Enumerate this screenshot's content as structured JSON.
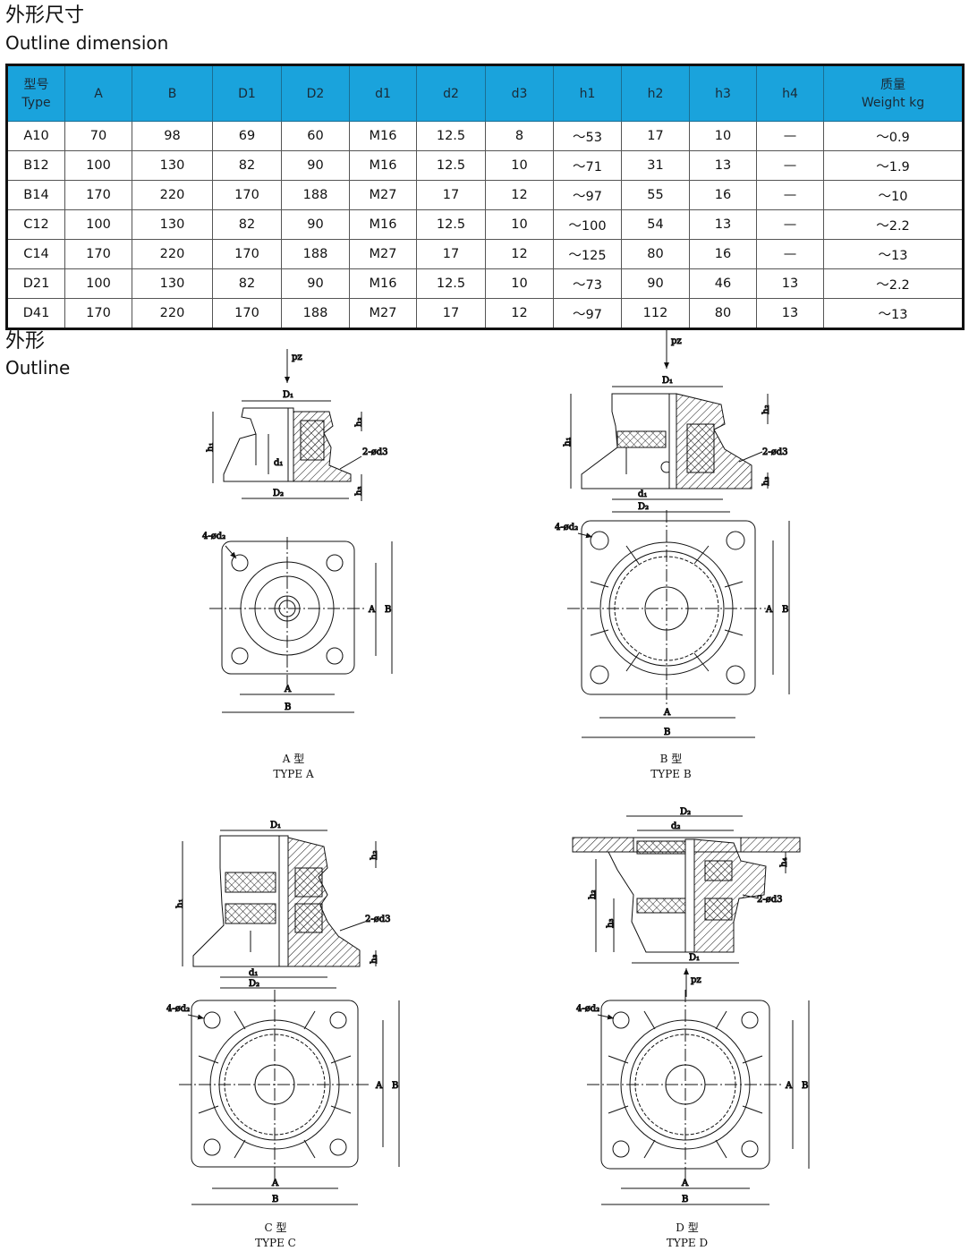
{
  "headings": {
    "dimension_cn": "外形尺寸",
    "dimension_en": "Outline dimension",
    "outline_cn": "外形",
    "outline_en": "Outline"
  },
  "table": {
    "header_bg": "#1aa3dc",
    "columns": [
      {
        "cn": "型号",
        "en": "Type"
      },
      {
        "cn": "",
        "en": "A"
      },
      {
        "cn": "",
        "en": "B"
      },
      {
        "cn": "",
        "en": "D1"
      },
      {
        "cn": "",
        "en": "D2"
      },
      {
        "cn": "",
        "en": "d1"
      },
      {
        "cn": "",
        "en": "d2"
      },
      {
        "cn": "",
        "en": "d3"
      },
      {
        "cn": "",
        "en": "h1"
      },
      {
        "cn": "",
        "en": "h2"
      },
      {
        "cn": "",
        "en": "h3"
      },
      {
        "cn": "",
        "en": "h4"
      },
      {
        "cn": "质量",
        "en": "Weight  kg"
      }
    ],
    "rows": [
      [
        "A10",
        "70",
        "98",
        "69",
        "60",
        "M16",
        "12.5",
        "8",
        "～53",
        "17",
        "10",
        "—",
        "～0.9"
      ],
      [
        "B12",
        "100",
        "130",
        "82",
        "90",
        "M16",
        "12.5",
        "10",
        "～71",
        "31",
        "13",
        "—",
        "～1.9"
      ],
      [
        "B14",
        "170",
        "220",
        "170",
        "188",
        "M27",
        "17",
        "12",
        "～97",
        "55",
        "16",
        "—",
        "～10"
      ],
      [
        "C12",
        "100",
        "130",
        "82",
        "90",
        "M16",
        "12.5",
        "10",
        "～100",
        "54",
        "13",
        "—",
        "～2.2"
      ],
      [
        "C14",
        "170",
        "220",
        "170",
        "188",
        "M27",
        "17",
        "12",
        "～125",
        "80",
        "16",
        "—",
        "～13"
      ],
      [
        "D21",
        "100",
        "130",
        "82",
        "90",
        "M16",
        "12.5",
        "10",
        "～73",
        "90",
        "46",
        "13",
        "～2.2"
      ],
      [
        "D41",
        "170",
        "220",
        "170",
        "188",
        "M27",
        "17",
        "12",
        "～97",
        "112",
        "80",
        "13",
        "～13"
      ]
    ]
  },
  "drawings": [
    {
      "id": "a",
      "cn": "A 型",
      "en": "TYPE A"
    },
    {
      "id": "b",
      "cn": "B 型",
      "en": "TYPE B"
    },
    {
      "id": "c",
      "cn": "C 型",
      "en": "TYPE C"
    },
    {
      "id": "d",
      "cn": "D 型",
      "en": "TYPE D"
    }
  ],
  "labels": {
    "pz": "pz",
    "D1": "D₁",
    "D2": "D₂",
    "d1": "d₁",
    "d2": "d₂",
    "h1": "h₁",
    "h2": "h₂",
    "h3": "h₃",
    "h4": "h₄",
    "A": "A",
    "B": "B",
    "hole_d3": "2-ød3",
    "hole_d2": "4-ød₂"
  }
}
